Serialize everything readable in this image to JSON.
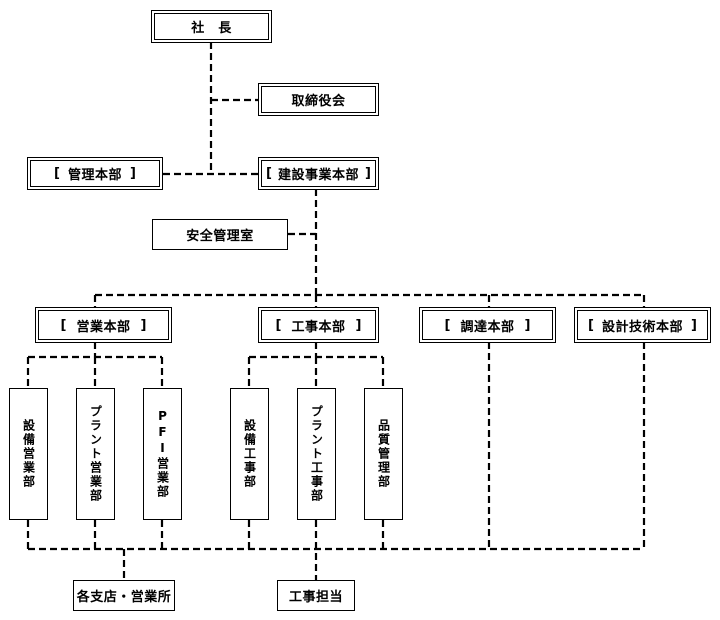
{
  "president": "社　長",
  "board": "取締役会",
  "management_hq": {
    "open": "[",
    "label": "管理本部",
    "close": "]"
  },
  "construction_hq": {
    "open": "[",
    "label": "建設事業本部",
    "close": "]"
  },
  "safety_office": "安全管理室",
  "sales_hq": {
    "open": "[",
    "label": "営業本部",
    "close": "]"
  },
  "works_hq": {
    "open": "[",
    "label": "工事本部",
    "close": "]"
  },
  "procurement_hq": {
    "open": "[",
    "label": "調達本部",
    "close": "]"
  },
  "design_hq": {
    "open": "[",
    "label": "設計技術本部",
    "close": "]"
  },
  "departments": {
    "equipment_sales": "設備営業部",
    "plant_sales": "プラント営業部",
    "pfi_sales": "PFI営業部",
    "equipment_works": "設備工事部",
    "plant_works": "プラント工事部",
    "quality_management": "品質管理部"
  },
  "branches": "各支店・営業所",
  "works_staff": "工事担当"
}
